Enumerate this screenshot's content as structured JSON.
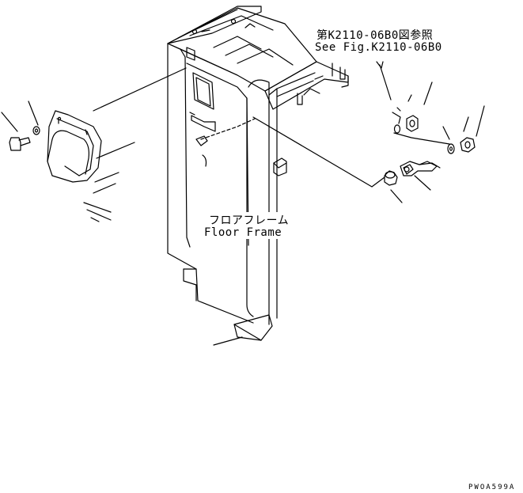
{
  "labels": {
    "reference_jp": "第K2110-06B0図参照",
    "reference_en": "See Fig.K2110-06B0",
    "part_jp": "フロアフレーム",
    "part_en": "Floor Frame",
    "drawing_code": "PWOA599A"
  }
}
